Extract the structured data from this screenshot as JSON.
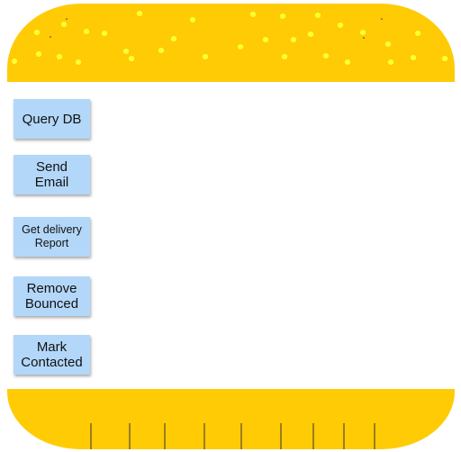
{
  "theme": {
    "bun_color": "#ffcb05",
    "sesame_color": "#ffff33",
    "note_color": "#b3d7f9"
  },
  "notes": [
    {
      "label": "Query DB"
    },
    {
      "label": "Send\nEmail"
    },
    {
      "label": "Get delivery\nReport"
    },
    {
      "label": "Remove\nBounced"
    },
    {
      "label": "Mark\nContacted"
    }
  ]
}
